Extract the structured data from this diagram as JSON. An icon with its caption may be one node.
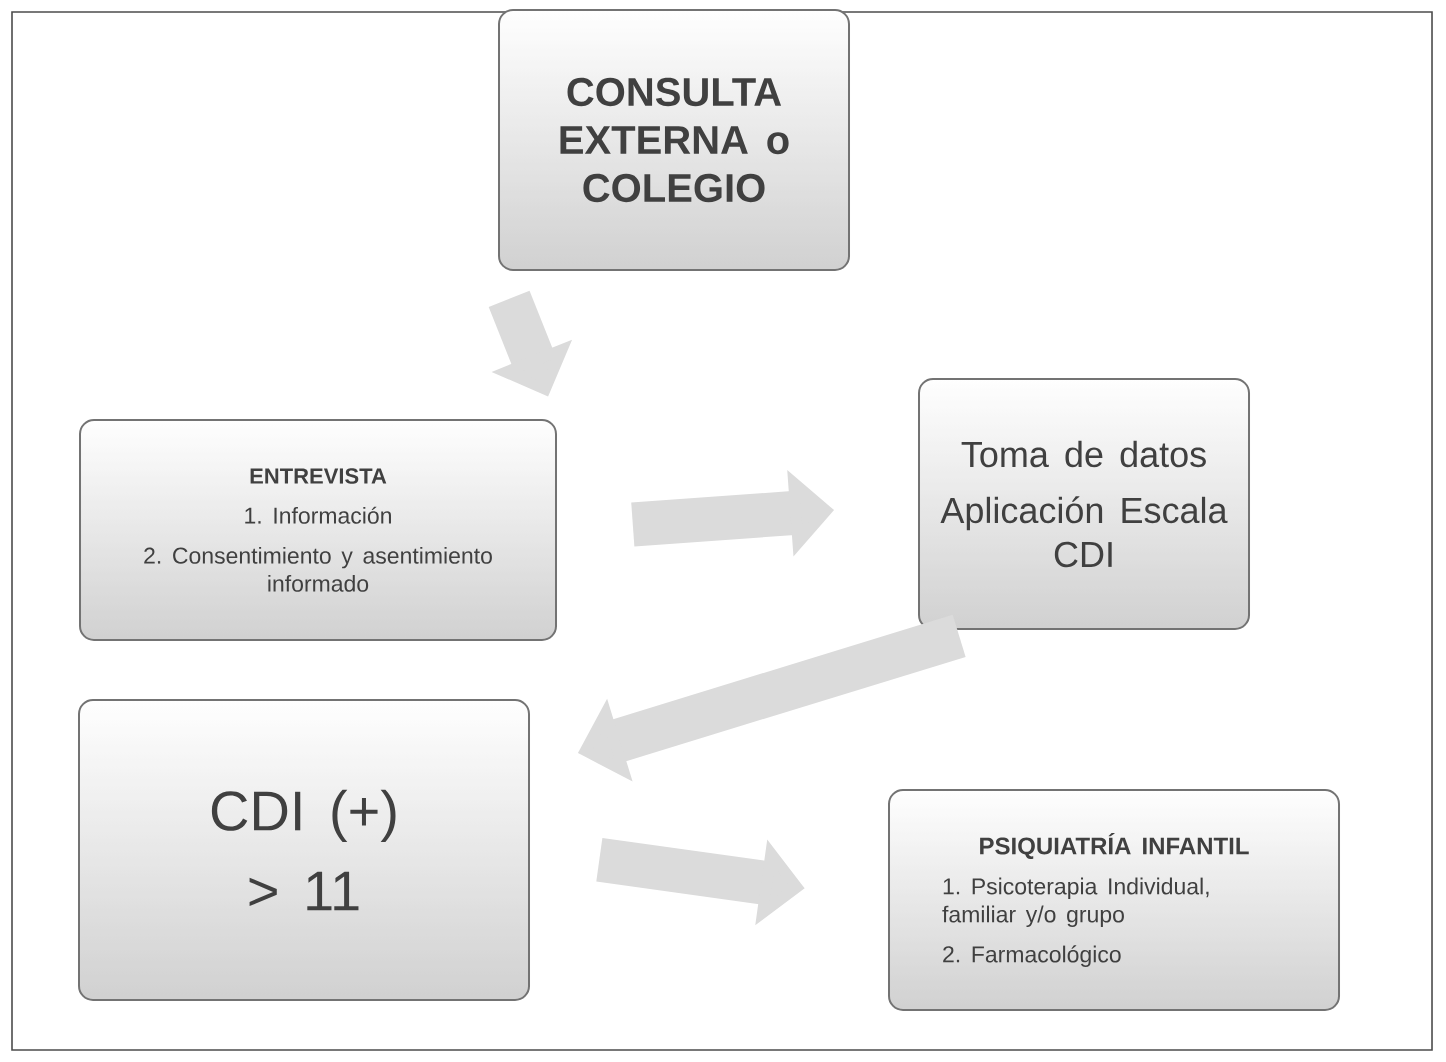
{
  "diagram": {
    "nodes": [
      {
        "text": [
          "CONSULTA EXTERNA o COLEGIO"
        ]
      },
      {
        "text": [
          "ENTREVISTA",
          "1. Información",
          "2. Consentimiento y asentimiento informado"
        ]
      },
      {
        "text": [
          "Toma de datos",
          "Aplicación Escala CDI"
        ]
      },
      {
        "text": [
          "CDI (+)",
          "> 11"
        ]
      },
      {
        "text": [
          "PSIQUIATRÍA INFANTIL",
          "1. Psicoterapia Individual, familiar y/o grupo",
          "2. Farmacológico"
        ]
      }
    ],
    "edges": [
      {
        "from": 0,
        "to": 1,
        "arrow": "to"
      },
      {
        "from": 1,
        "to": 2,
        "arrow": "to"
      },
      {
        "from": 2,
        "to": 3,
        "arrow": "to"
      },
      {
        "from": 3,
        "to": 4,
        "arrow": "to"
      }
    ]
  }
}
